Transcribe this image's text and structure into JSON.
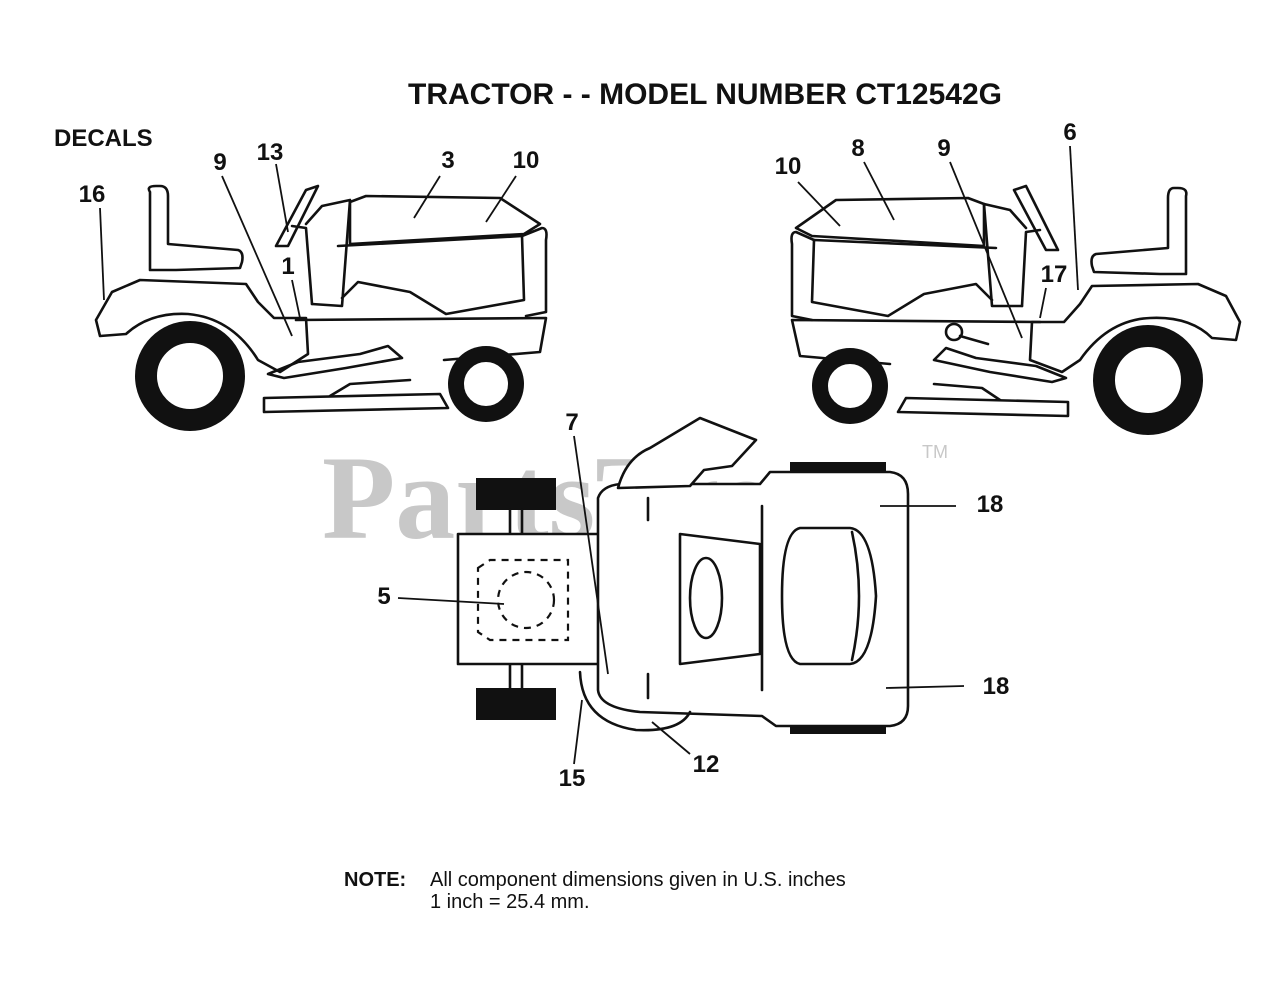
{
  "diagram": {
    "title": "TRACTOR - - MODEL NUMBER CT12542G",
    "section_label": "DECALS",
    "watermark": "PartsTree",
    "watermark_tm": "TM",
    "callouts_left_view": [
      "16",
      "9",
      "13",
      "3",
      "10",
      "1"
    ],
    "callouts_right_view": [
      "10",
      "8",
      "9",
      "6",
      "17"
    ],
    "callouts_top_view": [
      "7",
      "18",
      "5",
      "18",
      "15",
      "12"
    ],
    "note": {
      "label": "NOTE:",
      "line1": "All component dimensions given in U.S. inches",
      "line2": "1 inch = 25.4 mm."
    }
  }
}
